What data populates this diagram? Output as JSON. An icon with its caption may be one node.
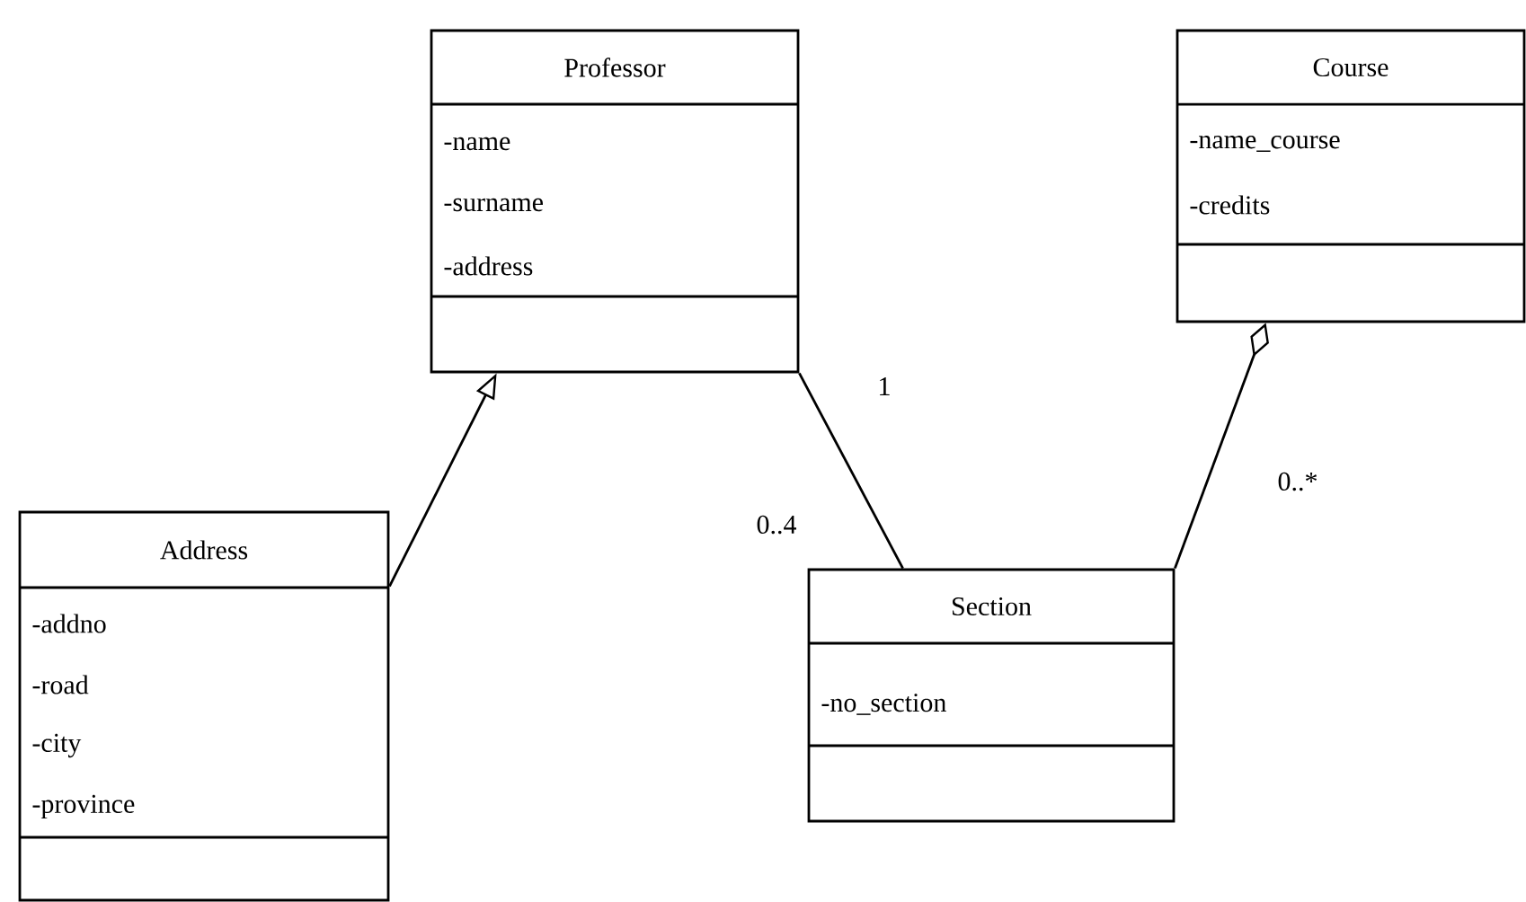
{
  "diagram": {
    "nodes": [
      {
        "text": [
          "Professor",
          "-name",
          "-surname",
          "-address"
        ]
      },
      {
        "text": [
          "Course",
          "-name_course",
          "-credits"
        ]
      },
      {
        "text": [
          "Address",
          "-addno",
          "-road",
          "-city",
          "-province"
        ]
      },
      {
        "text": [
          "Section",
          "-no_section"
        ]
      }
    ],
    "edges": [
      {
        "from": 2,
        "to": 0,
        "arrow": "to"
      },
      {
        "from": 0,
        "to": 3,
        "arrow": "none"
      },
      {
        "from": 3,
        "to": 1,
        "arrow": "other"
      }
    ],
    "labels": [
      "1",
      "0..4",
      "0..*"
    ]
  }
}
